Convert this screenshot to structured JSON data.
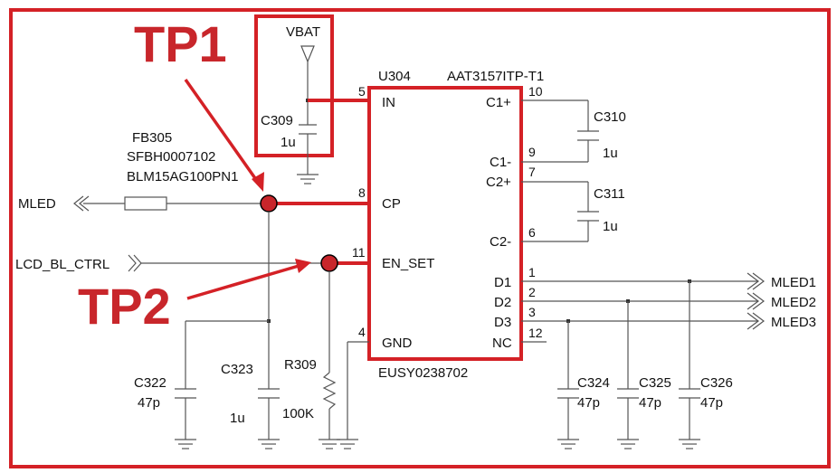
{
  "callouts": {
    "tp1": "TP1",
    "tp2": "TP2"
  },
  "power": {
    "vbat": "VBAT"
  },
  "chip": {
    "ref": "U304",
    "part": "AAT3157ITP-T1",
    "bottom_label": "EUSY0238702"
  },
  "pins": {
    "in": {
      "num": "5",
      "name": "IN"
    },
    "cp": {
      "num": "8",
      "name": "CP"
    },
    "en_set": {
      "num": "11",
      "name": "EN_SET"
    },
    "gnd": {
      "num": "4",
      "name": "GND"
    },
    "c1p": {
      "num": "10",
      "name": "C1+"
    },
    "c1m": {
      "num": "9",
      "name": "C1-"
    },
    "c2p": {
      "num": "7",
      "name": "C2+"
    },
    "c2m": {
      "num": "6",
      "name": "C2-"
    },
    "d1": {
      "num": "1",
      "name": "D1"
    },
    "d2": {
      "num": "2",
      "name": "D2"
    },
    "d3": {
      "num": "3",
      "name": "D3"
    },
    "nc": {
      "num": "12",
      "name": "NC"
    }
  },
  "components": {
    "c309": {
      "ref": "C309",
      "value": "1u"
    },
    "c310": {
      "ref": "C310",
      "value": "1u"
    },
    "c311": {
      "ref": "C311",
      "value": "1u"
    },
    "fb305": {
      "ref": "FB305",
      "part": "SFBH0007102",
      "model": "BLM15AG100PN1"
    },
    "c322": {
      "ref": "C322",
      "value": "47p"
    },
    "c323": {
      "ref": "C323",
      "value": "1u"
    },
    "r309": {
      "ref": "R309",
      "value": "100K"
    },
    "c324": {
      "ref": "C324",
      "value": "47p"
    },
    "c325": {
      "ref": "C325",
      "value": "47p"
    },
    "c326": {
      "ref": "C326",
      "value": "47p"
    }
  },
  "nets": {
    "mled": "MLED",
    "lcd_bl_ctrl": "LCD_BL_CTRL",
    "mled1": "MLED1",
    "mled2": "MLED2",
    "mled3": "MLED3"
  },
  "colors": {
    "highlight": "#d42126",
    "wire": "#555555",
    "callout_text": "#c8262b"
  }
}
